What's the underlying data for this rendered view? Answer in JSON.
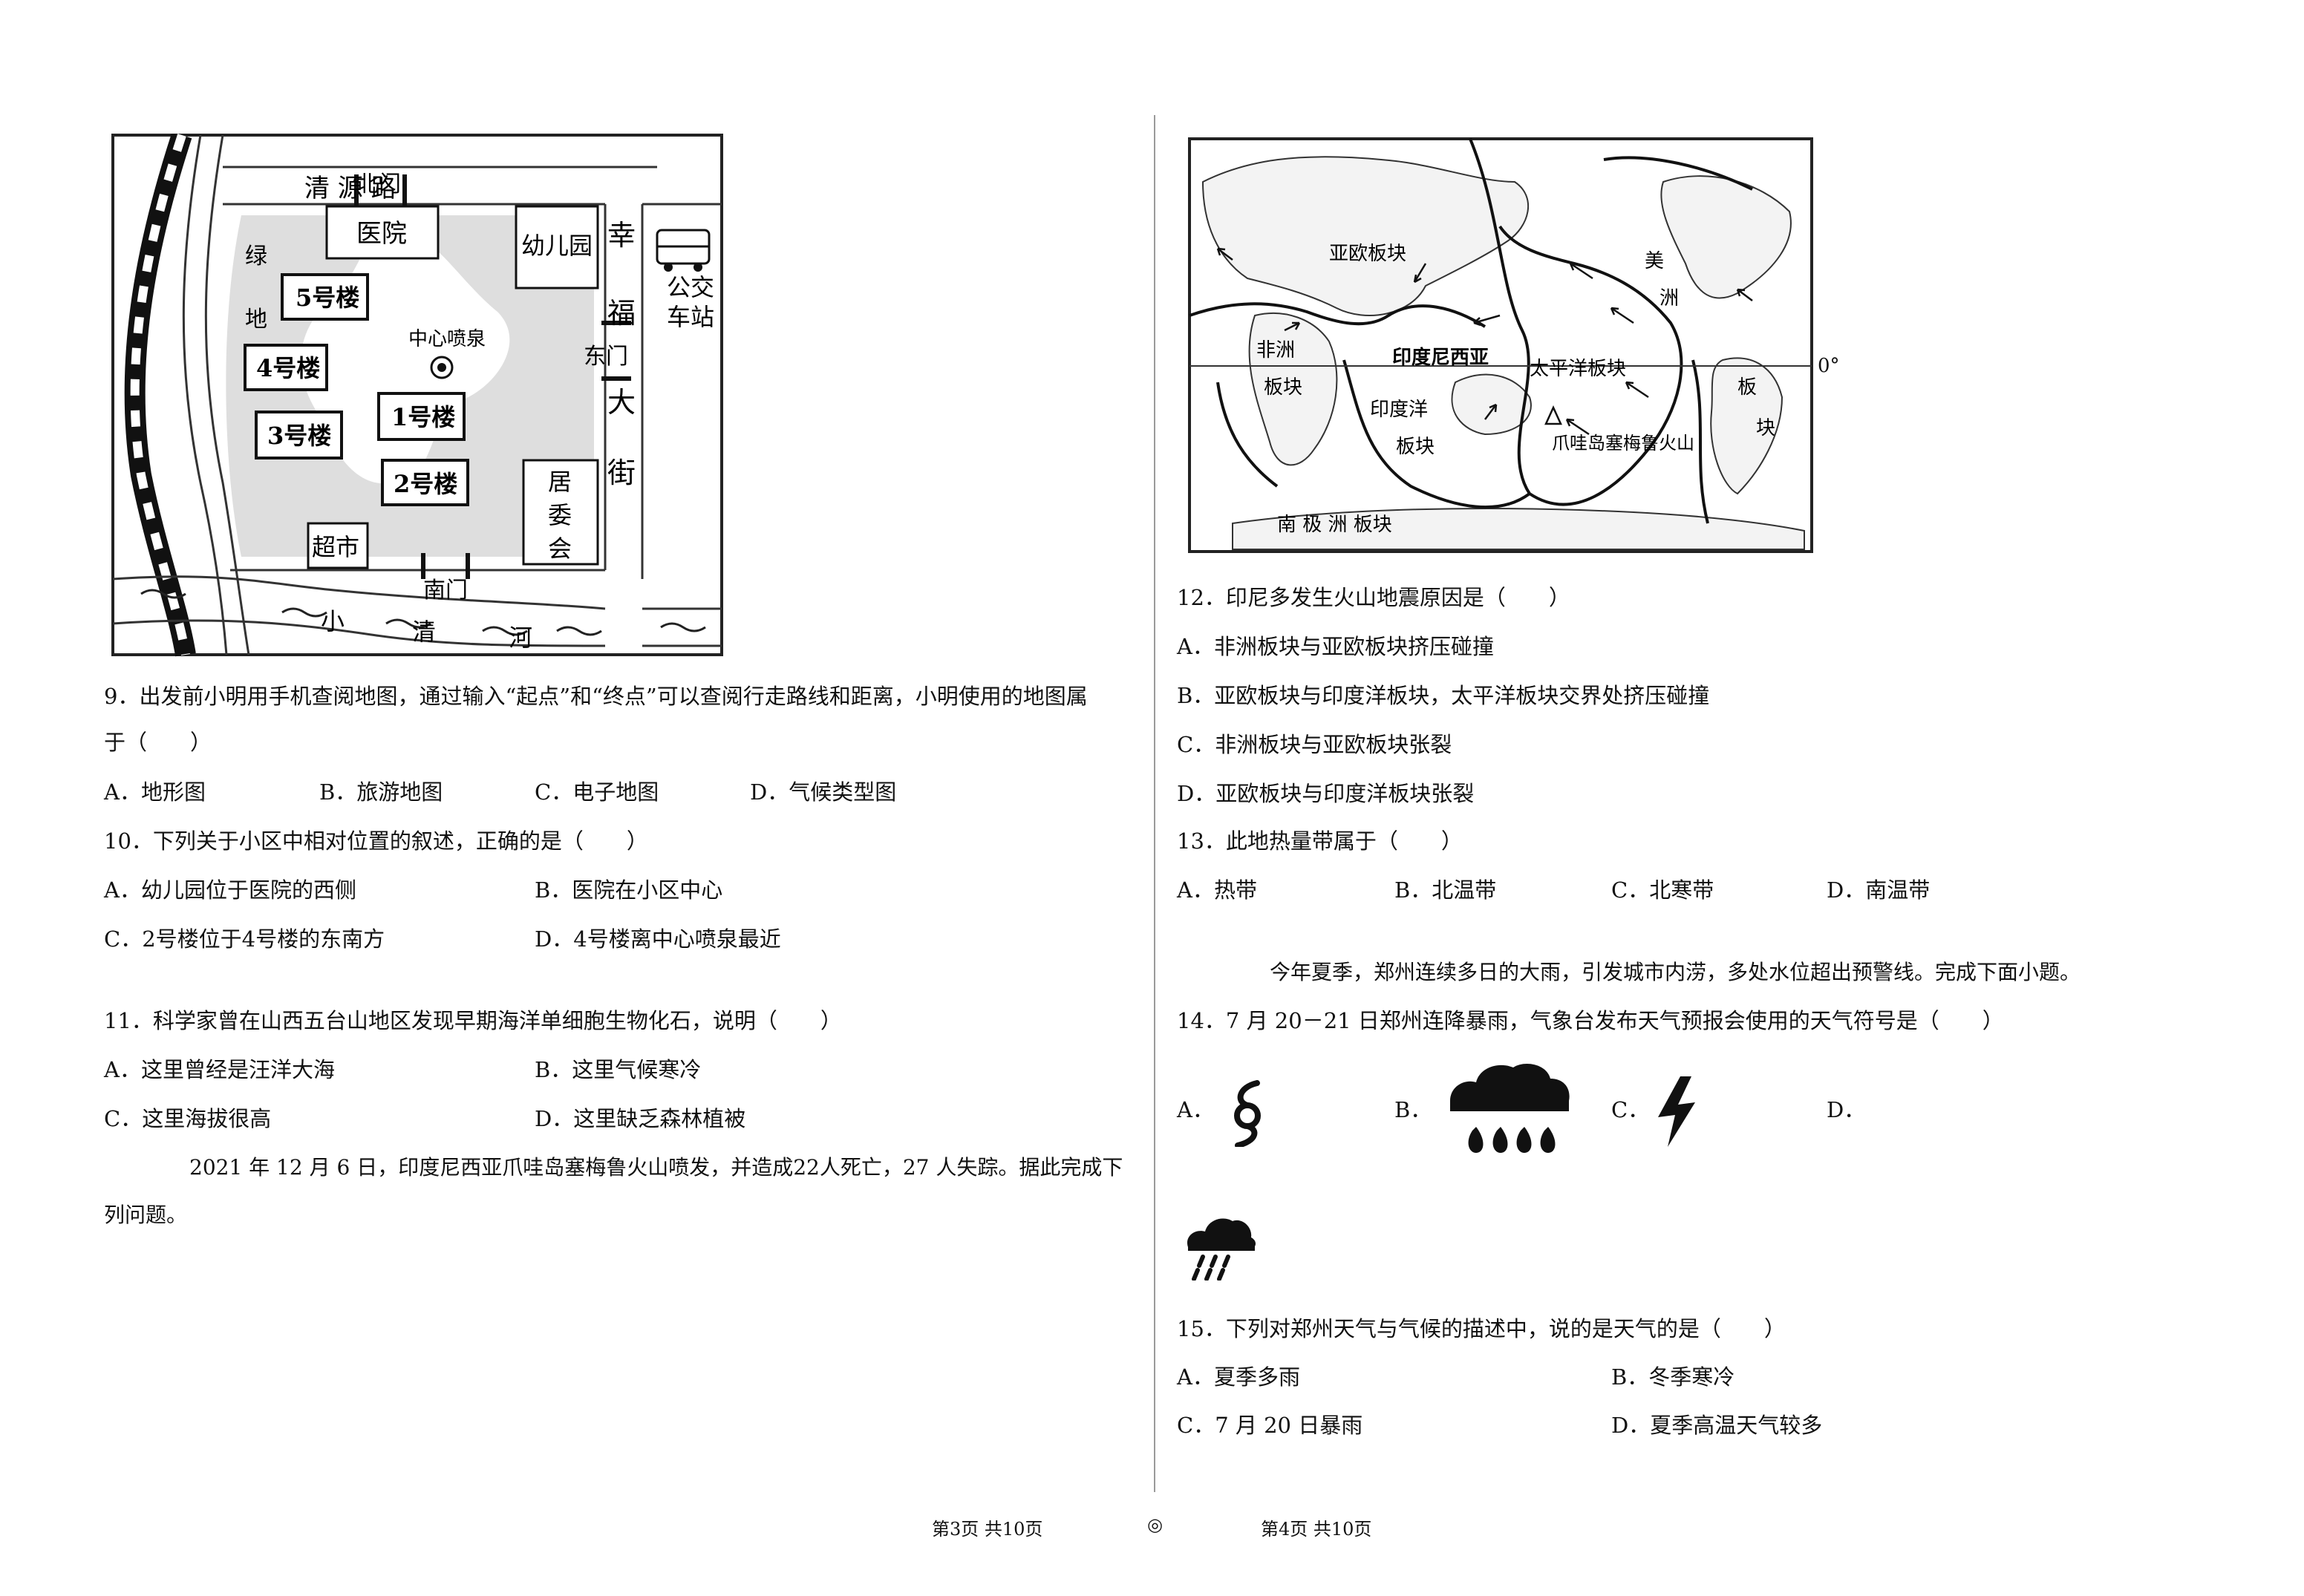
{
  "community_map": {
    "road_north": "清 源 路",
    "gate_north": "北门",
    "gate_east": "东门",
    "gate_south": "南门",
    "hospital": "医院",
    "kindergarten": "幼儿园",
    "greenland": [
      "绿",
      "地"
    ],
    "b5": "5号楼",
    "b4": "4号楼",
    "b3": "3号楼",
    "b2": "2号楼",
    "b1": "1号楼",
    "fountain": "中心喷泉",
    "committee": [
      "居",
      "委",
      "会"
    ],
    "supermarket": "超市",
    "street": [
      "幸",
      "福",
      "大",
      "街"
    ],
    "bus": [
      "公交",
      "车站"
    ],
    "river": [
      "小",
      "清",
      "河"
    ]
  },
  "plate_map": {
    "eurasia": "亚欧板块",
    "america": [
      "美",
      "洲",
      "板",
      "块"
    ],
    "africa": [
      "非洲",
      "板块"
    ],
    "indonesia": "印度尼西亚",
    "pacific": "太平洋板块",
    "indian": [
      "印度洋",
      "板块"
    ],
    "volcano": "爪哇岛塞梅鲁火山",
    "antarctic": "南 极 洲 板块",
    "equator": "0°"
  },
  "q9": {
    "text": "9．出发前小明用手机查阅地图，通过输入“起点”和“终点”可以查阅行走路线和距离，小明使用的地图属",
    "text2": "于（　　）",
    "A": "A．地形图",
    "B": "B．旅游地图",
    "C": "C．电子地图",
    "D": "D．气候类型图"
  },
  "q10": {
    "text": "10．下列关于小区中相对位置的叙述，正确的是（　　）",
    "A": "A．幼儿园位于医院的西侧",
    "B": "B．医院在小区中心",
    "C": "C．2号楼位于4号楼的东南方",
    "D": "D．4号楼离中心喷泉最近"
  },
  "q11": {
    "text": "11．科学家曾在山西五台山地区发现早期海洋单细胞生物化石，说明（　　）",
    "A": "A．这里曾经是汪洋大海",
    "B": "B．这里气候寒冷",
    "C": "C．这里海拔很高",
    "D": "D．这里缺乏森林植被"
  },
  "intro_volcano": {
    "line1": "2021 年 12 月 6 日，印度尼西亚爪哇岛塞梅鲁火山喷发，并造成22人死亡，27 人失踪。据此完成下",
    "line2": "列问题。"
  },
  "q12": {
    "text": "12．印尼多发生火山地震原因是（　　）",
    "A": "A．非洲板块与亚欧板块挤压碰撞",
    "B": "B．亚欧板块与印度洋板块，太平洋板块交界处挤压碰撞",
    "C": "C．非洲板块与亚欧板块张裂",
    "D": "D．亚欧板块与印度洋板块张裂"
  },
  "q13": {
    "text": "13．此地热量带属于（　　）",
    "A": "A．热带",
    "B": "B．北温带",
    "C": "C．北寒带",
    "D": "D．南温带"
  },
  "intro_zhengzhou": "今年夏季，郑州连续多日的大雨，引发城市内涝，多处水位超出预警线。完成下面小题。",
  "q14": {
    "text": "14．7 月 20－21 日郑州连降暴雨，气象台发布天气预报会使用的天气符号是（　　）",
    "A": "A．",
    "B": "B．",
    "C": "C．",
    "D": "D．",
    "icons": [
      "typhoon-icon",
      "rainstorm-icon",
      "lightning-icon",
      "heavy-rain-icon"
    ]
  },
  "q15": {
    "text": "15．下列对郑州天气与气候的描述中，说的是天气的是（　　）",
    "A": "A．夏季多雨",
    "B": "B．冬季寒冷",
    "C": "C．7 月 20 日暴雨",
    "D": "D．夏季高温天气较多"
  },
  "footer": {
    "left": "第3页  共10页",
    "center": "◎",
    "right": "第4页  共10页"
  }
}
